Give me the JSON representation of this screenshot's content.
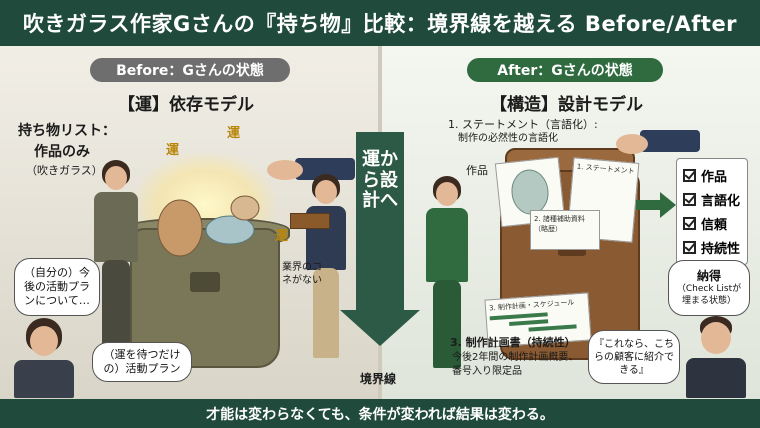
{
  "banner": {
    "title": "吹きガラス作家Gさんの『持ち物』比較：境界線を越える Before/After"
  },
  "left": {
    "pill": "Before：Gさんの状態",
    "subtitle": "【運】依存モデル",
    "list_title": "持ち物リスト：",
    "list_item": "作品のみ",
    "list_note": "（吹きガラス）",
    "luck_1": "運",
    "luck_2": "運",
    "luck_3": "運",
    "bubble_plan": "（自分の）今後の活動プランについて…",
    "bubble_wait": "（運を待つだけの）活動プラン",
    "note_connections": "業界のコネがない"
  },
  "center": {
    "arrow_text": "運から設計へ",
    "boundary": "境界線"
  },
  "right": {
    "pill": "After：Gさんの状態",
    "subtitle": "【構造】設計モデル",
    "label_statement_1": "1. ステートメント（言語化）:",
    "label_statement_2": "制作の必然性の言語化",
    "label_work": "作品",
    "doc_statement": "1. ステートメント",
    "doc_record": "2. 諸種補助資料（略歴）",
    "doc_plan": "3. 制作計画・スケジュール",
    "label_plan_1": "3. 制作計画書（持続性）",
    "label_plan_2": "今後2年間の制作計画概要、",
    "label_plan_3": "番号入り限定品",
    "checklist": [
      "作品",
      "言語化",
      "信頼",
      "持続性"
    ],
    "bubble_nattoku_title": "納得",
    "bubble_nattoku_note": "（Check Listが埋まる状態）",
    "bubble_client": "『これなら、こちらの顧客に紹介できる』"
  },
  "footer": {
    "text": "才能は変わらなくても、条件が変われば結果は変わる。"
  },
  "colors": {
    "banner": "#1f4a3c",
    "after_accent": "#2f6b3f",
    "before_accent": "#6e6e6e"
  }
}
